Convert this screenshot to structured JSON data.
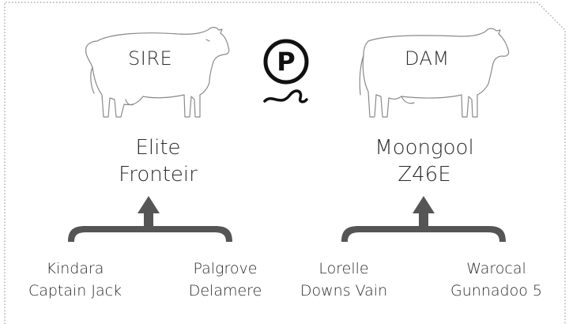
{
  "logo": {
    "letter": "P"
  },
  "sire": {
    "label": "SIRE",
    "name_line1": "Elite",
    "name_line2": "Fronteir",
    "parents": [
      {
        "line1": "Kindara",
        "line2": "Captain Jack"
      },
      {
        "line1": "Palgrove",
        "line2": "Delamere"
      }
    ]
  },
  "dam": {
    "label": "DAM",
    "name_line1": "Moongool",
    "name_line2": "Z46E",
    "parents": [
      {
        "line1": "Lorelle",
        "line2": "Downs Vain"
      },
      {
        "line1": "Warocal",
        "line2": "Gunnadoo 5"
      }
    ]
  },
  "colors": {
    "text": "#2b2b2b",
    "arrow": "#555555",
    "outline": "#8a8a8a",
    "border": "#9a9a9a"
  }
}
